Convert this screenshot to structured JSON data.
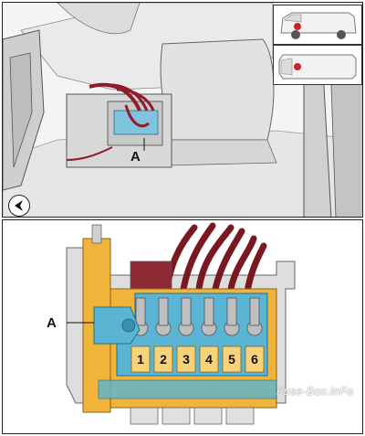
{
  "top_view": {
    "callout_label": "A",
    "nav_icon": "left-arrow-icon",
    "vehicle_side_icon": "van-side-view-icon",
    "vehicle_top_icon": "van-top-view-icon",
    "location_marker_color": "#cc2222"
  },
  "detail_view": {
    "callout_label": "A",
    "fuses": [
      "1",
      "2",
      "3",
      "4",
      "5",
      "6"
    ],
    "colors": {
      "housing": "#f0b43a",
      "holder": "#5ab4d4",
      "cables": "#7a1822",
      "frame": "#d9d9d9"
    }
  },
  "watermark": "Fuse-Box.inFo"
}
